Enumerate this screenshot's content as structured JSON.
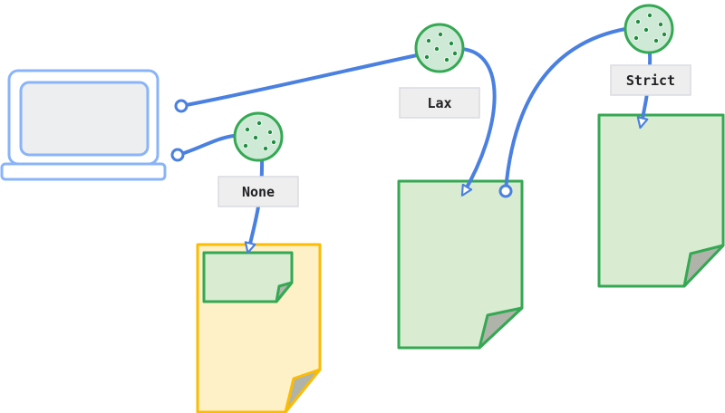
{
  "labels": {
    "none": "None",
    "lax": "Lax",
    "strict": "Strict"
  },
  "icons": {
    "client": "laptop-icon",
    "cookie": "cookie-icon",
    "page": "document-icon"
  },
  "colors": {
    "wire": "#4a80e0",
    "laptop_stroke": "#8ab4f8",
    "laptop_fill": "#e8eaed",
    "cookie_stroke": "#34a853",
    "cookie_fill": "#ceead6",
    "cookie_dot": "#1e8e3e",
    "page_green_stroke": "#34a853",
    "page_green_fill": "#d9ecd2",
    "page_yellow_stroke": "#fbbc04",
    "page_yellow_fill": "#fef0c7",
    "fold_fill": "#b0b3aa",
    "label_fill": "#eeeeee",
    "label_stroke": "#dadce0"
  }
}
